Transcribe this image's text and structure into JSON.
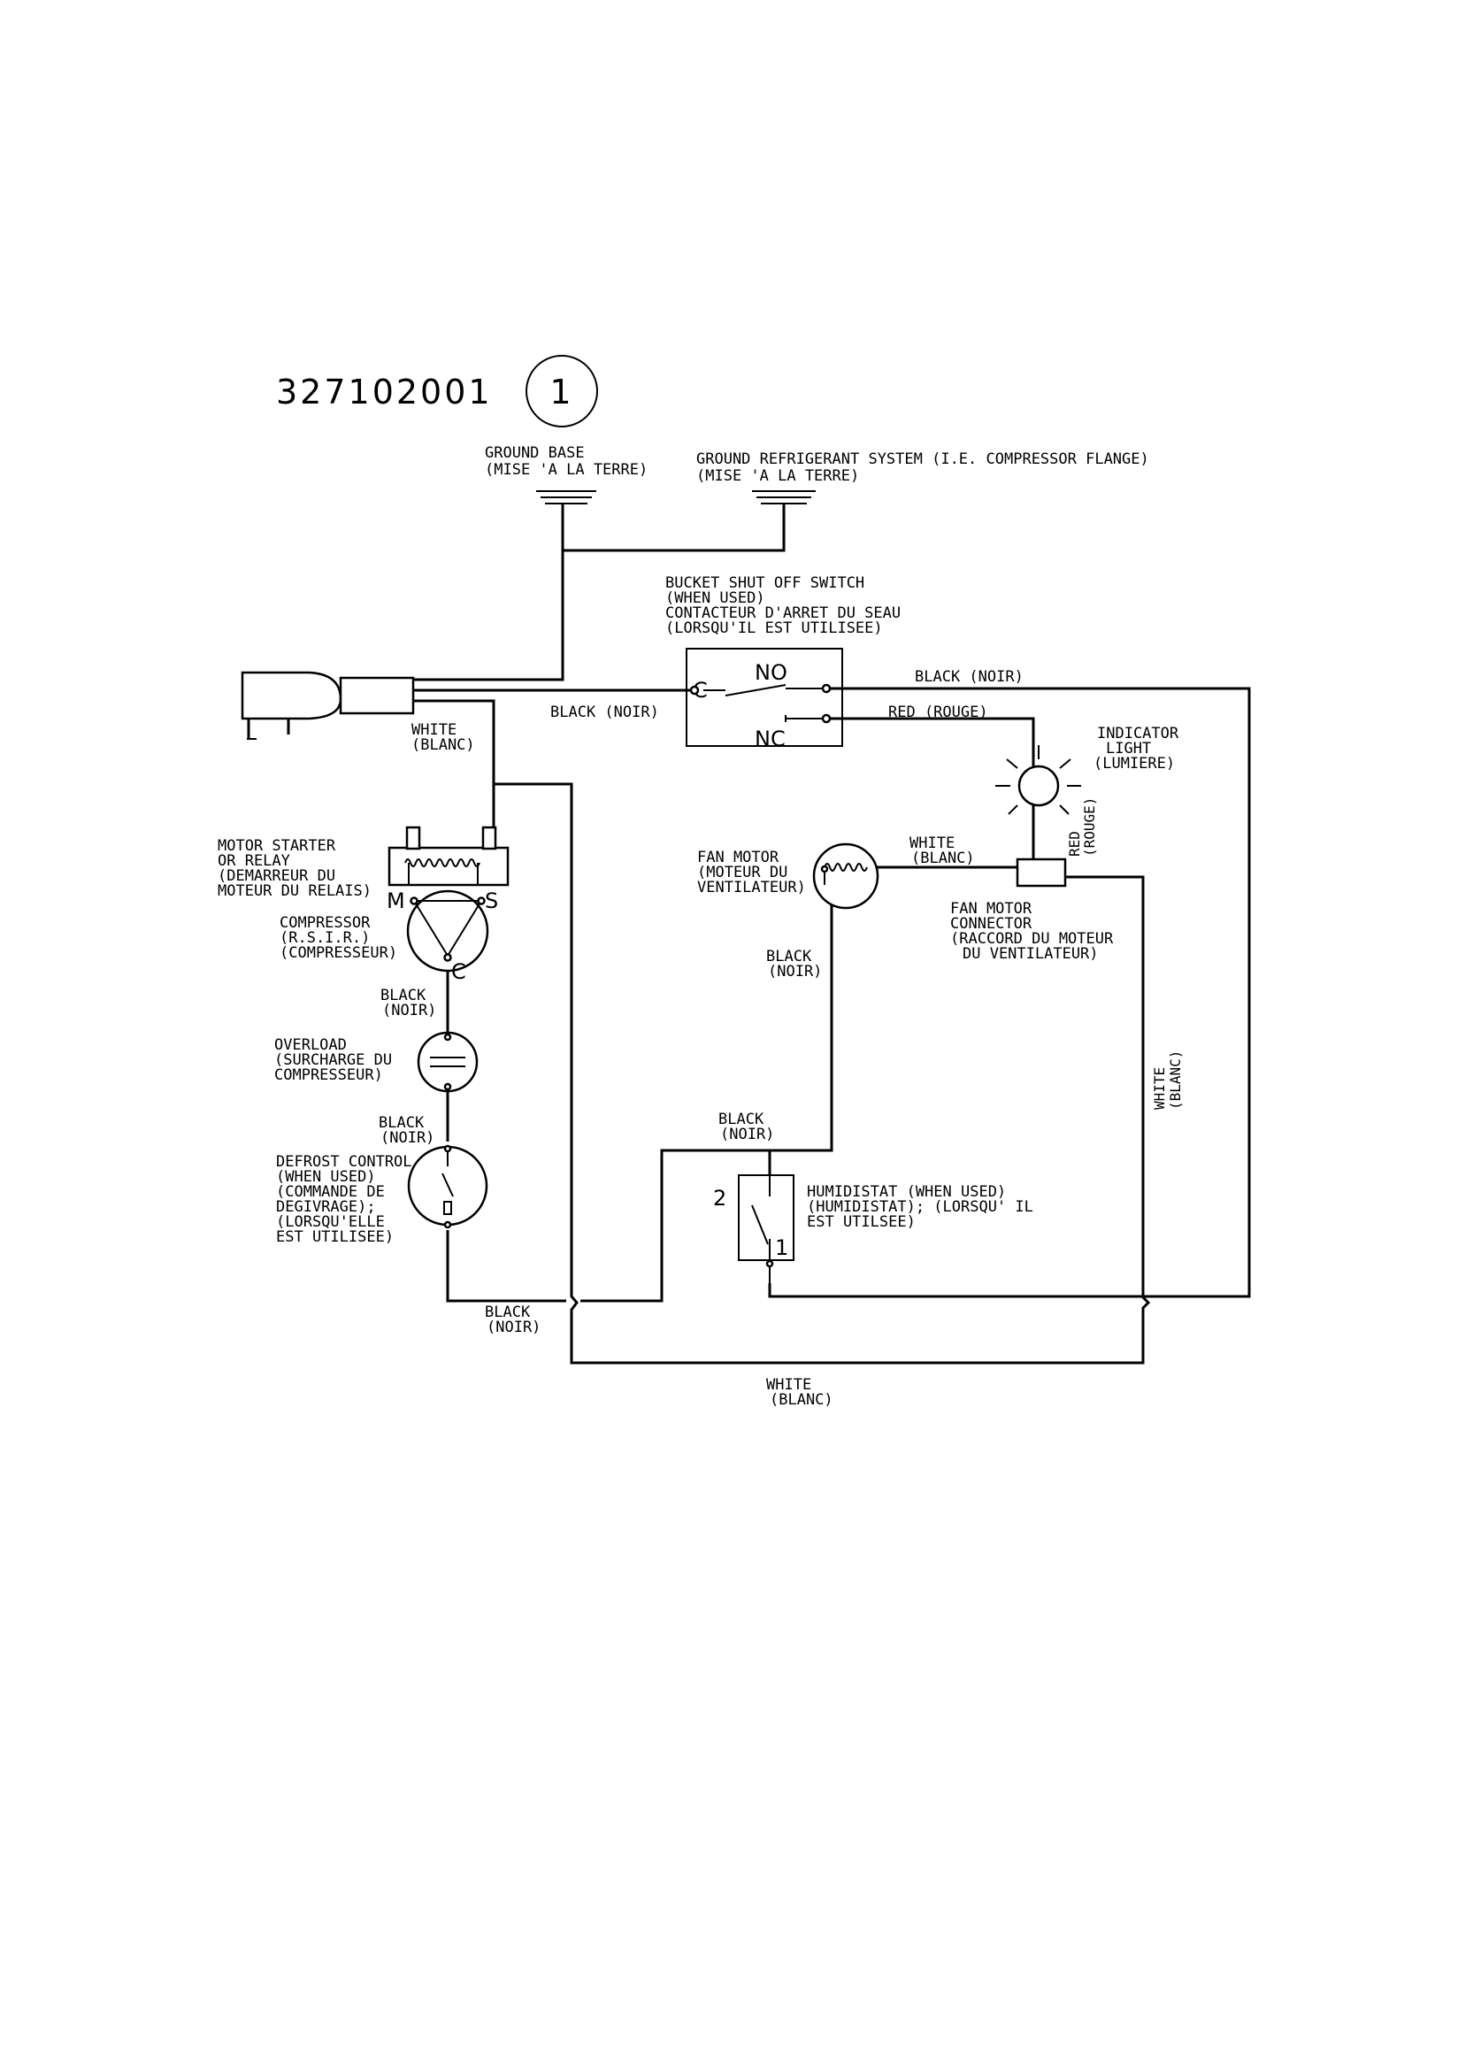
{
  "document": {
    "part_number": "327102001",
    "sheet_number": "1"
  },
  "labels": {
    "ground_base": [
      "GROUND BASE",
      "(MISE 'A LA TERRE)"
    ],
    "ground_refrigerant": [
      "GROUND REFRIGERANT SYSTEM  (I.E. COMPRESSOR FLANGE)",
      "(MISE 'A LA TERRE)"
    ],
    "bucket_switch": [
      "BUCKET SHUT OFF SWITCH",
      "(WHEN USED)",
      "CONTACTEUR D'ARRET DU SEAU",
      "(LORSQU'IL EST UTILISEE)"
    ],
    "switch_c": "C",
    "switch_no": "NO",
    "switch_nc": "NC",
    "black_noir_top": "BLACK (NOIR)",
    "black_noir_switch": "BLACK (NOIR)",
    "red_rouge": "RED (ROUGE)",
    "white_blanc_cord": [
      "WHITE",
      "(BLANC)"
    ],
    "indicator_light": [
      "INDICATOR",
      "LIGHT",
      "(LUMIERE)"
    ],
    "red_rouge_vertical": [
      "RED",
      "(ROUGE)"
    ],
    "motor_starter": [
      "MOTOR STARTER",
      "OR RELAY",
      "(DEMARREUR DU",
      "MOTEUR DU RELAIS)"
    ],
    "relay_m": "M",
    "relay_s": "S",
    "relay_c": "C",
    "compressor": [
      "COMPRESSOR",
      "(R.S.I.R.)",
      "(COMPRESSEUR)"
    ],
    "fan_motor": [
      "FAN MOTOR",
      "(MOTEUR DU",
      "VENTILATEUR)"
    ],
    "white_blanc_fan": [
      "WHITE",
      "(BLANC)"
    ],
    "fan_connector": [
      "FAN MOTOR",
      "CONNECTOR",
      "(RACCORD DU MOTEUR",
      "DU VENTILATEUR)"
    ],
    "black_noir_fan": [
      "BLACK",
      "(NOIR)"
    ],
    "black_noir_comp": [
      "BLACK",
      "(NOIR)"
    ],
    "overload": [
      "OVERLOAD",
      "(SURCHARGE DU",
      "COMPRESSEUR)"
    ],
    "black_noir_overload": [
      "BLACK",
      "(NOIR)"
    ],
    "white_blanc_right": [
      "WHITE",
      "(BLANC)"
    ],
    "black_noir_humid": [
      "BLACK",
      "(NOIR)"
    ],
    "defrost": [
      "DEFROST CONTROL",
      "(WHEN USED)",
      "(COMMANDE DE",
      "DEGIVRAGE);",
      "(LORSQU'ELLE",
      "EST UTILISEE)"
    ],
    "humidistat": [
      "HUMIDISTAT (WHEN USED)",
      "(HUMIDISTAT); (LORSQU' IL",
      "EST UTILSEE)"
    ],
    "humid_2": "2",
    "humid_1": "1",
    "black_noir_bottom": [
      "BLACK",
      "(NOIR)"
    ],
    "white_blanc_bottom": [
      "WHITE",
      "(BLANC)"
    ]
  }
}
